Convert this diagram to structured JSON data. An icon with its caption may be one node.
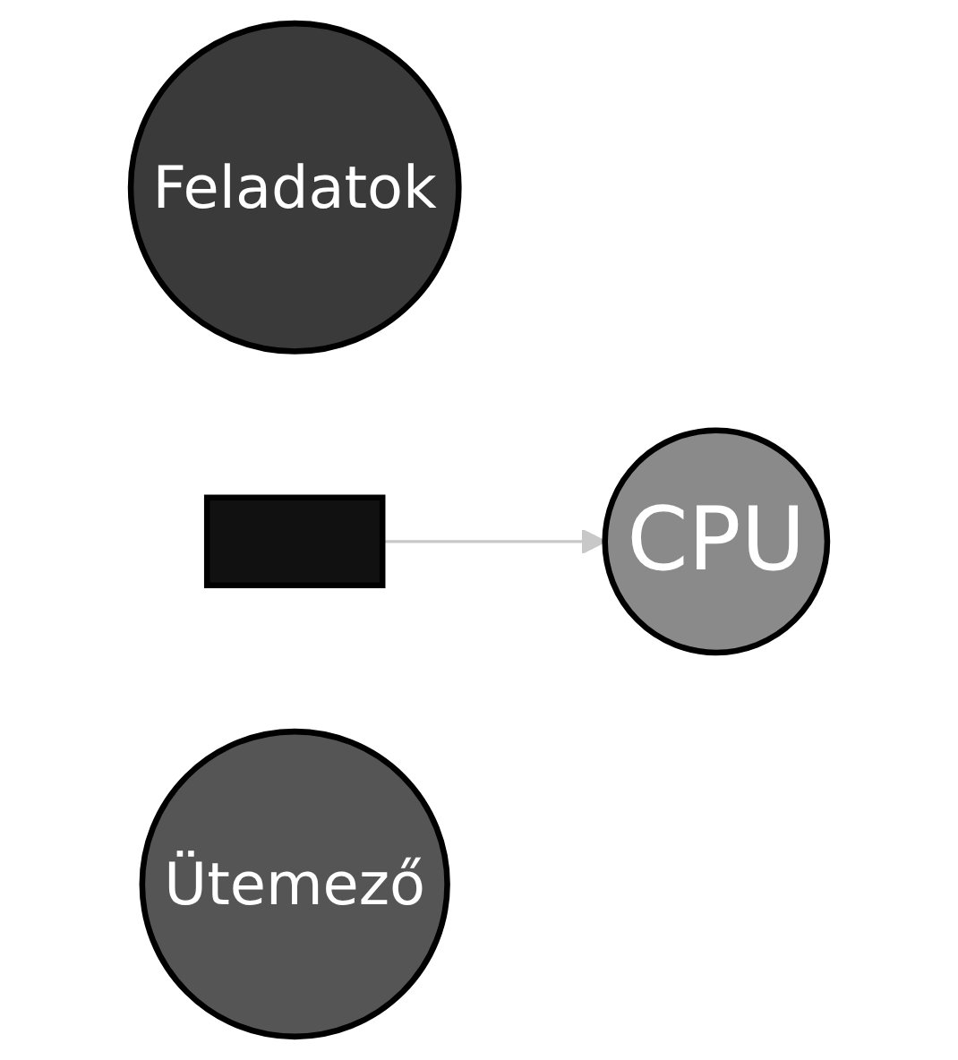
{
  "diagram": {
    "nodes": [
      {
        "text": [
          "Feladatok"
        ]
      },
      {
        "text": [],
        "shape": "cross"
      },
      {
        "text": [
          "Ütemező"
        ]
      },
      {
        "text": [
          "CPU"
        ]
      }
    ],
    "edges": [
      {
        "from": 1,
        "to": 3,
        "arrow": "to",
        "color": "#c8c8c8"
      }
    ]
  }
}
